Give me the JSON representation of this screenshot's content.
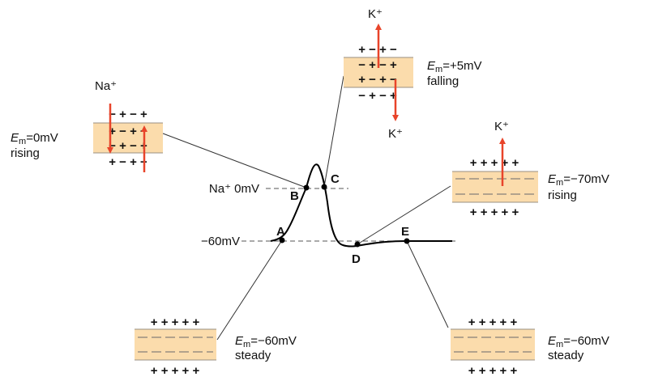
{
  "colors": {
    "membrane": "#fbdcac",
    "membrane_lines": "#9a8f82",
    "arrow": "#e8442a",
    "trace": "#000000",
    "leader": "#333333",
    "dashed": "#555555"
  },
  "levels": {
    "zero": "Na⁺ 0mV",
    "rest": "−60mV"
  },
  "points": {
    "A": "A",
    "B": "B",
    "C": "C",
    "D": "D",
    "E": "E"
  },
  "boxes": {
    "a": {
      "em_value": "=−60mV",
      "state": "steady",
      "top": "+ + + + +",
      "bottom": "+ + + + +"
    },
    "b": {
      "em_value": "=0mV",
      "state": "rising",
      "ion": "Na⁺",
      "top": "− + − +",
      "bottom": "+ − + −"
    },
    "c": {
      "em_value": "=+5mV",
      "state": "falling",
      "ion_top": "K⁺",
      "ion_bottom": "K⁺",
      "top": "+ − + −",
      "bottom": "− + − +"
    },
    "d": {
      "em_value": "=−70mV",
      "state": "rising",
      "ion": "K⁺",
      "top": "+ + + + +",
      "bottom": "+ + + + +"
    },
    "e": {
      "em_value": "=−60mV",
      "state": "steady",
      "top": "+ + + + +",
      "bottom": "+ + + + +"
    }
  },
  "em_symbol": "E",
  "em_subscript": "m"
}
